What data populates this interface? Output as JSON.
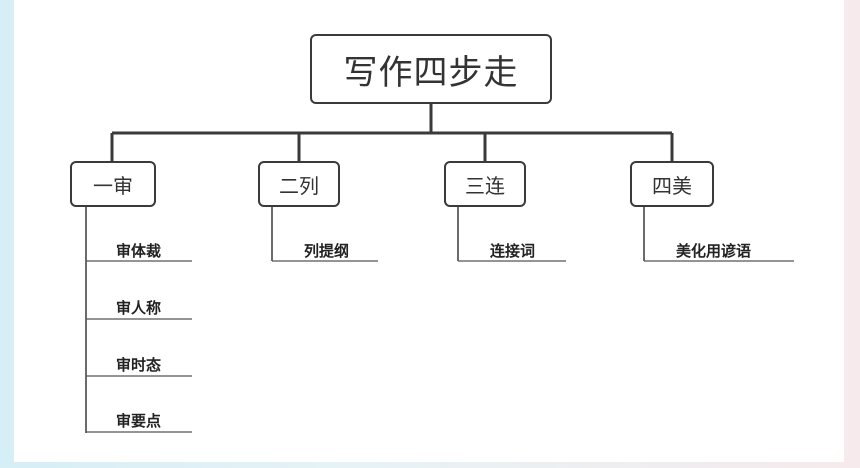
{
  "root": {
    "label": "写作四步走"
  },
  "categories": [
    {
      "label": "一审",
      "items": [
        "审体裁",
        "审人称",
        "审时态",
        "审要点"
      ]
    },
    {
      "label": "二列",
      "items": [
        "列提纲"
      ]
    },
    {
      "label": "三连",
      "items": [
        "连接词"
      ]
    },
    {
      "label": "四美",
      "items": [
        "美化用谚语"
      ]
    }
  ],
  "colors": {
    "line": "#3a3a3a",
    "box_border": "#3a3a3a",
    "leaf_underline": "#555555"
  }
}
